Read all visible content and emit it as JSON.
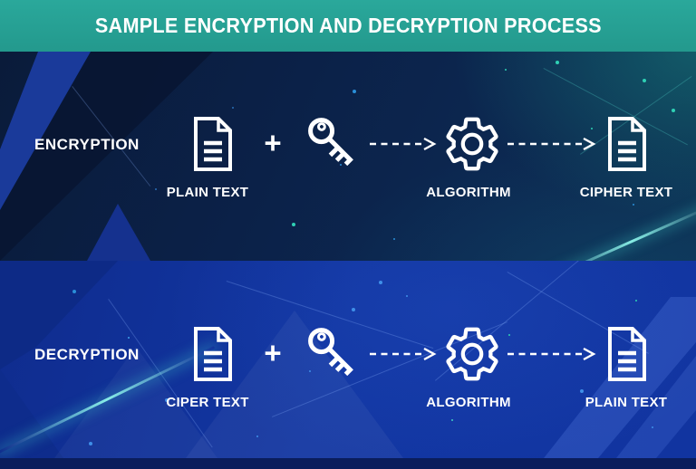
{
  "title_bar": {
    "title": "SAMPLE ENCRYPTION AND DECRYPTION PROCESS"
  },
  "rows": [
    {
      "id": "encryption",
      "label": "ENCRYPTION",
      "input_label": "PLAIN TEXT",
      "plus_sign": "+",
      "process_label": "ALGORITHM",
      "output_label": "CIPHER TEXT"
    },
    {
      "id": "decryption",
      "label": "DECRYPTION",
      "input_label": "CIPER TEXT",
      "plus_sign": "+",
      "process_label": "ALGORITHM",
      "output_label": "PLAIN TEXT"
    }
  ],
  "icons": {
    "document": "document-icon",
    "key": "key-icon",
    "gear": "gear-icon",
    "arrow": "dashed-arrow-icon",
    "plus": "plus-sign"
  },
  "colors": {
    "header_teal": "#23998d",
    "dark_navy": "#0c2750",
    "royal_blue": "#1236a2",
    "footer_blue": "#0a1d5c",
    "text": "#ffffff",
    "dot_teal": "#2fd0b4",
    "dot_blue": "#2a8fd8"
  }
}
